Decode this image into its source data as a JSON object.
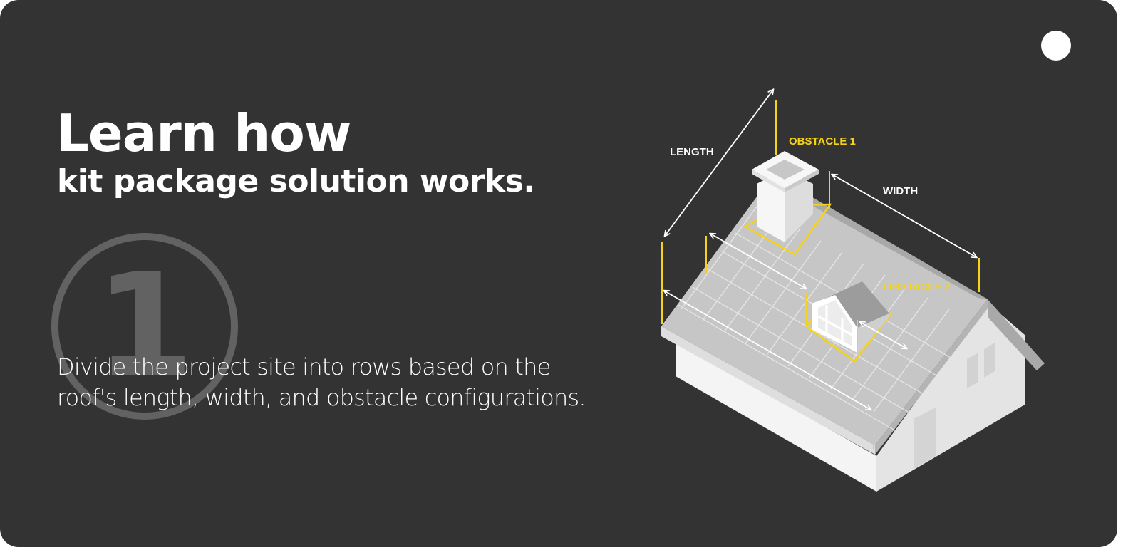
{
  "header": {
    "title": "Learn how",
    "subtitle": "kit package solution works."
  },
  "step": {
    "number": "1",
    "description_line1": "Divide the project site into rows based on the",
    "description_line2": "roof's length, width, and obstacle configurations."
  },
  "illustration": {
    "labels": {
      "length": "LENGTH",
      "width": "WIDTH",
      "obstacle1": "OBSTACLE 1",
      "obstacle2": "OBSTACLE 2"
    }
  },
  "colors": {
    "background": "#333333",
    "text": "#ffffff",
    "accent": "#f5d21b",
    "badge": "#626262"
  }
}
